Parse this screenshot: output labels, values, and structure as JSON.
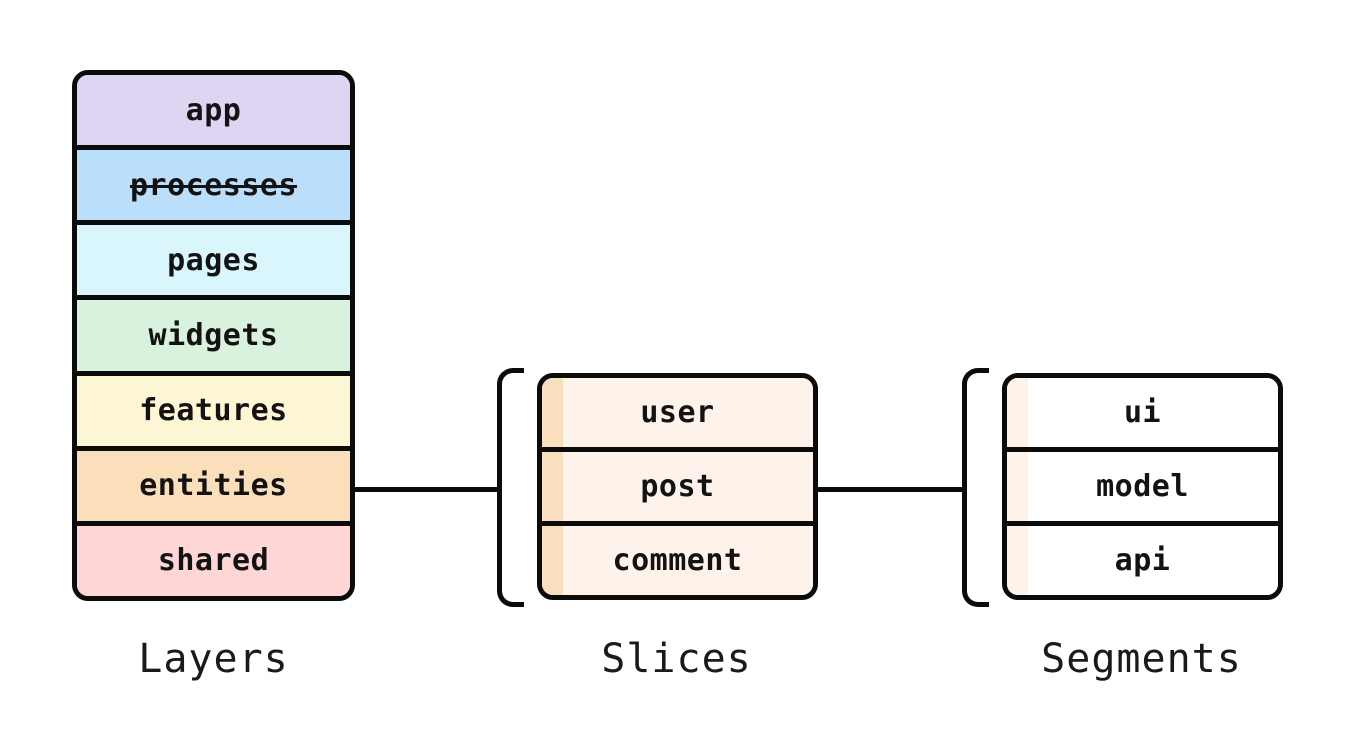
{
  "diagram": {
    "background": "#ffffff",
    "border_color": "#0b0b0b",
    "text_color": "#131313"
  },
  "layers": {
    "label": "Layers",
    "items": [
      {
        "label": "app",
        "color": "#ded5f2",
        "strikethrough": false
      },
      {
        "label": "processes",
        "color": "#bbdefb",
        "strikethrough": true
      },
      {
        "label": "pages",
        "color": "#daf6fd",
        "strikethrough": false
      },
      {
        "label": "widgets",
        "color": "#d9f2de",
        "strikethrough": false
      },
      {
        "label": "features",
        "color": "#fdf6d4",
        "strikethrough": false
      },
      {
        "label": "entities",
        "color": "#fbdfbb",
        "strikethrough": false
      },
      {
        "label": "shared",
        "color": "#ffd6d6",
        "strikethrough": false
      }
    ]
  },
  "slices": {
    "label": "Slices",
    "row_bg": "#fdf3ea",
    "stripe_color": "#fadfbe",
    "items": [
      {
        "label": "user"
      },
      {
        "label": "post"
      },
      {
        "label": "comment"
      }
    ]
  },
  "segments": {
    "label": "Segments",
    "row_bg": "#ffffff",
    "stripe_color": "#fdf3ea",
    "items": [
      {
        "label": "ui"
      },
      {
        "label": "model"
      },
      {
        "label": "api"
      }
    ]
  }
}
